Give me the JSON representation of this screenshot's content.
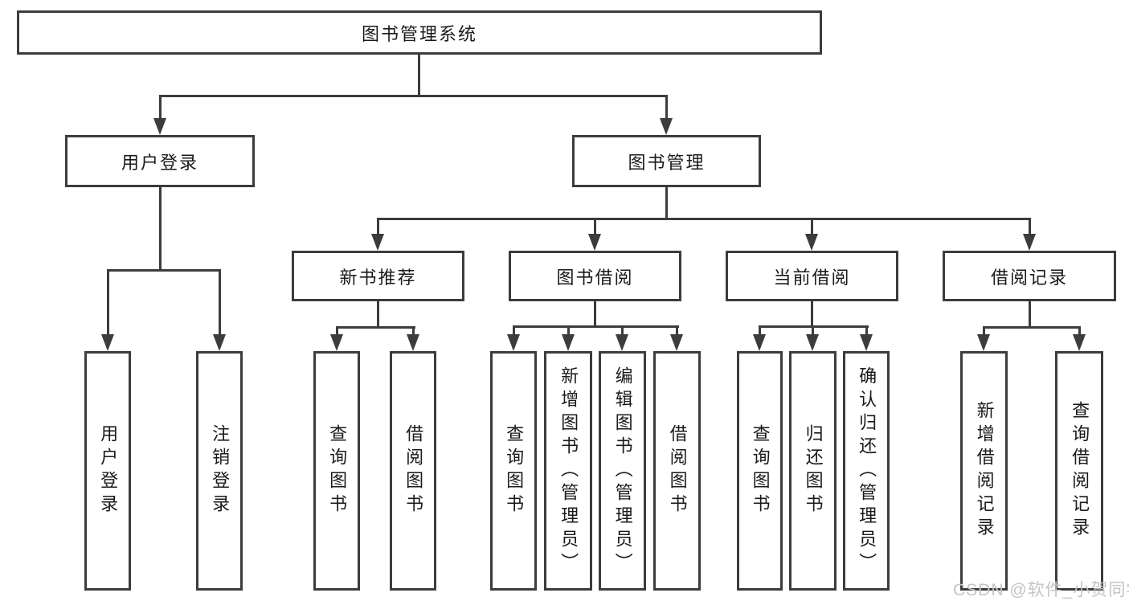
{
  "diagram": {
    "root": {
      "label": "图书管理系统"
    },
    "level2": {
      "user_login": {
        "label": "用户登录"
      },
      "book_mgmt": {
        "label": "图书管理"
      }
    },
    "level3": {
      "new_book_rec": {
        "label": "新书推荐"
      },
      "book_borrow": {
        "label": "图书借阅"
      },
      "current_borrow": {
        "label": "当前借阅"
      },
      "borrow_record": {
        "label": "借阅记录"
      }
    },
    "leaves": {
      "login": {
        "label": "用户登录"
      },
      "logout": {
        "label": "注销登录"
      },
      "rec_query_book": {
        "label": "查询图书"
      },
      "rec_borrow_book": {
        "label": "借阅图书"
      },
      "bor_query_book": {
        "label": "查询图书"
      },
      "bor_add_book": {
        "label": "新增图书（管理员）"
      },
      "bor_edit_book": {
        "label": "编辑图书（管理员）"
      },
      "bor_borrow_book": {
        "label": "借阅图书"
      },
      "cur_query_book": {
        "label": "查询图书"
      },
      "cur_return_book": {
        "label": "归还图书"
      },
      "cur_confirm_return": {
        "label": "确认归还（管理员）"
      },
      "hist_add_record": {
        "label": "新增借阅记录"
      },
      "hist_query_record": {
        "label": "查询借阅记录"
      }
    }
  },
  "watermark": {
    "text": "CSDN @软件_小贺同学"
  },
  "colors": {
    "border": "#3c3c3c",
    "text": "#1a1a1a",
    "watermark": "#c4c4c4",
    "background": "#ffffff"
  }
}
